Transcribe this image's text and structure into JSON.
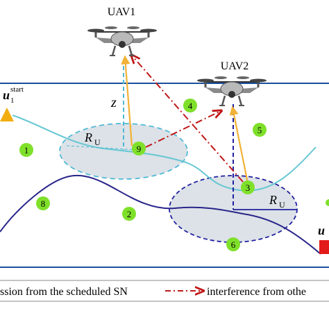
{
  "uavs": [
    {
      "label": "UAV1"
    },
    {
      "label": "UAV2"
    }
  ],
  "start": {
    "base": "u",
    "sub": "1",
    "sup": "start"
  },
  "end": {
    "base": "u"
  },
  "altitude_label": "z",
  "radius": {
    "base": "R",
    "sub": "U"
  },
  "sensor_nodes": [
    {
      "id": "1"
    },
    {
      "id": "2"
    },
    {
      "id": "3"
    },
    {
      "id": "4"
    },
    {
      "id": "5"
    },
    {
      "id": "6"
    },
    {
      "id": "8"
    },
    {
      "id": "9"
    }
  ],
  "legend": {
    "scheduled": "ssion from the scheduled SN",
    "interference": "interference from othe"
  },
  "colors": {
    "frame": "#1b4f9c",
    "trajectory1": "#66c7d3",
    "trajectory2": "#28248a",
    "coverage1_stroke": "#4fb8d6",
    "coverage2_stroke": "#2020a0",
    "coverage_fill": "#d6dde3",
    "node_fill": "#7fe02a",
    "link_transmission": "#f2b237",
    "link_interference": "#c01818",
    "start_marker": "#f2ad0f",
    "end_marker": "#e21a1a"
  }
}
